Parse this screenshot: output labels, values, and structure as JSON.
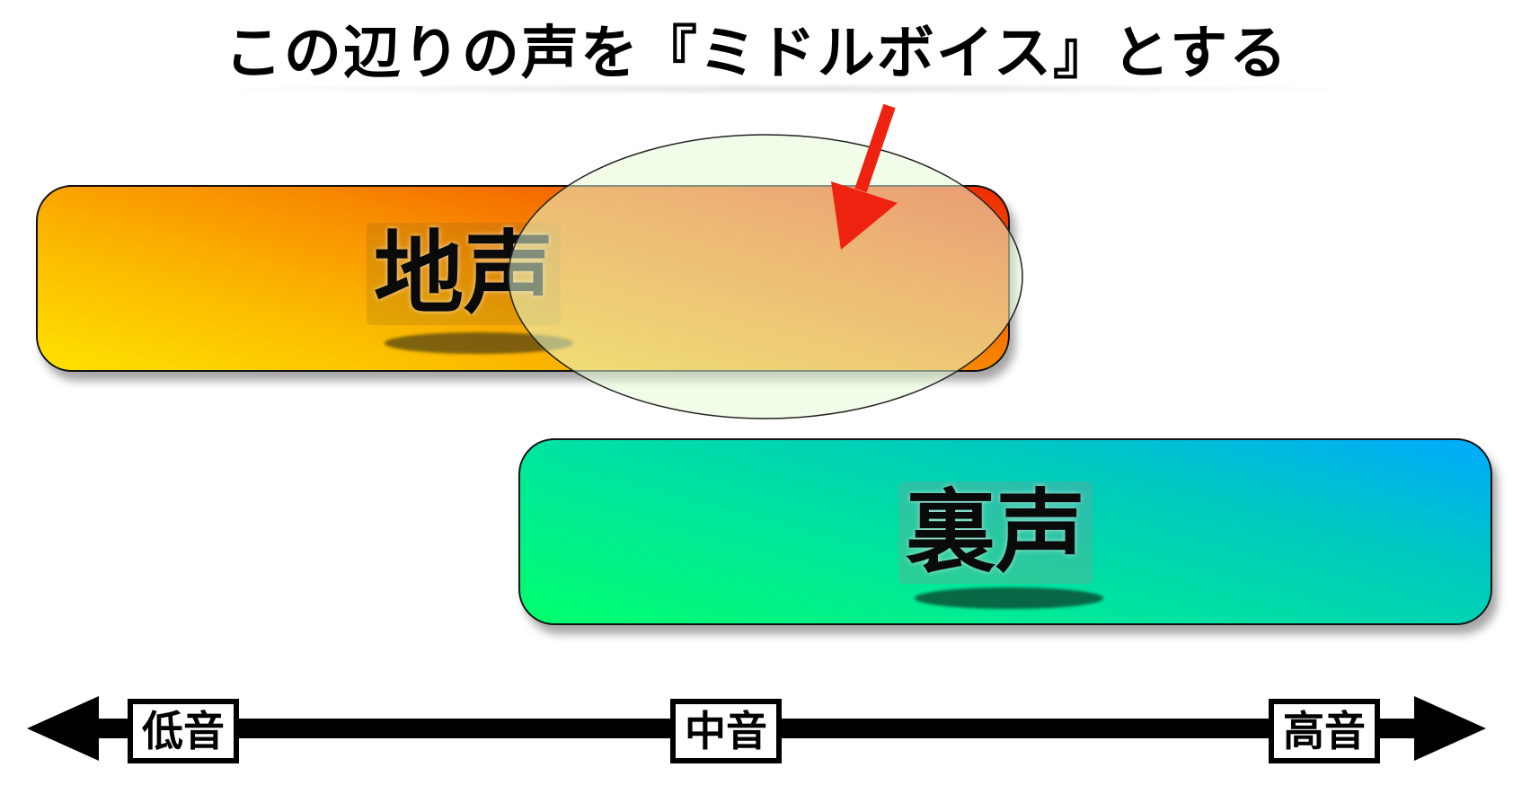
{
  "title": "この辺りの声を『ミドルボイス』とする",
  "bands": {
    "chest_voice": "地声",
    "head_voice": "裏声"
  },
  "axis": {
    "low": "低音",
    "mid": "中音",
    "high": "高音"
  },
  "colors": {
    "chest_gradient": [
      "#ffe200",
      "#ee2a00"
    ],
    "head_gradient": [
      "#00ff6c",
      "#00aaff"
    ],
    "overlap_ellipse": "#e6fbd6",
    "pointer_arrow": "#ee2211",
    "axis_line": "#000000"
  },
  "icons": {
    "pointer": "red-arrow-icon",
    "axis_left": "arrow-left-icon",
    "axis_right": "arrow-right-icon"
  }
}
